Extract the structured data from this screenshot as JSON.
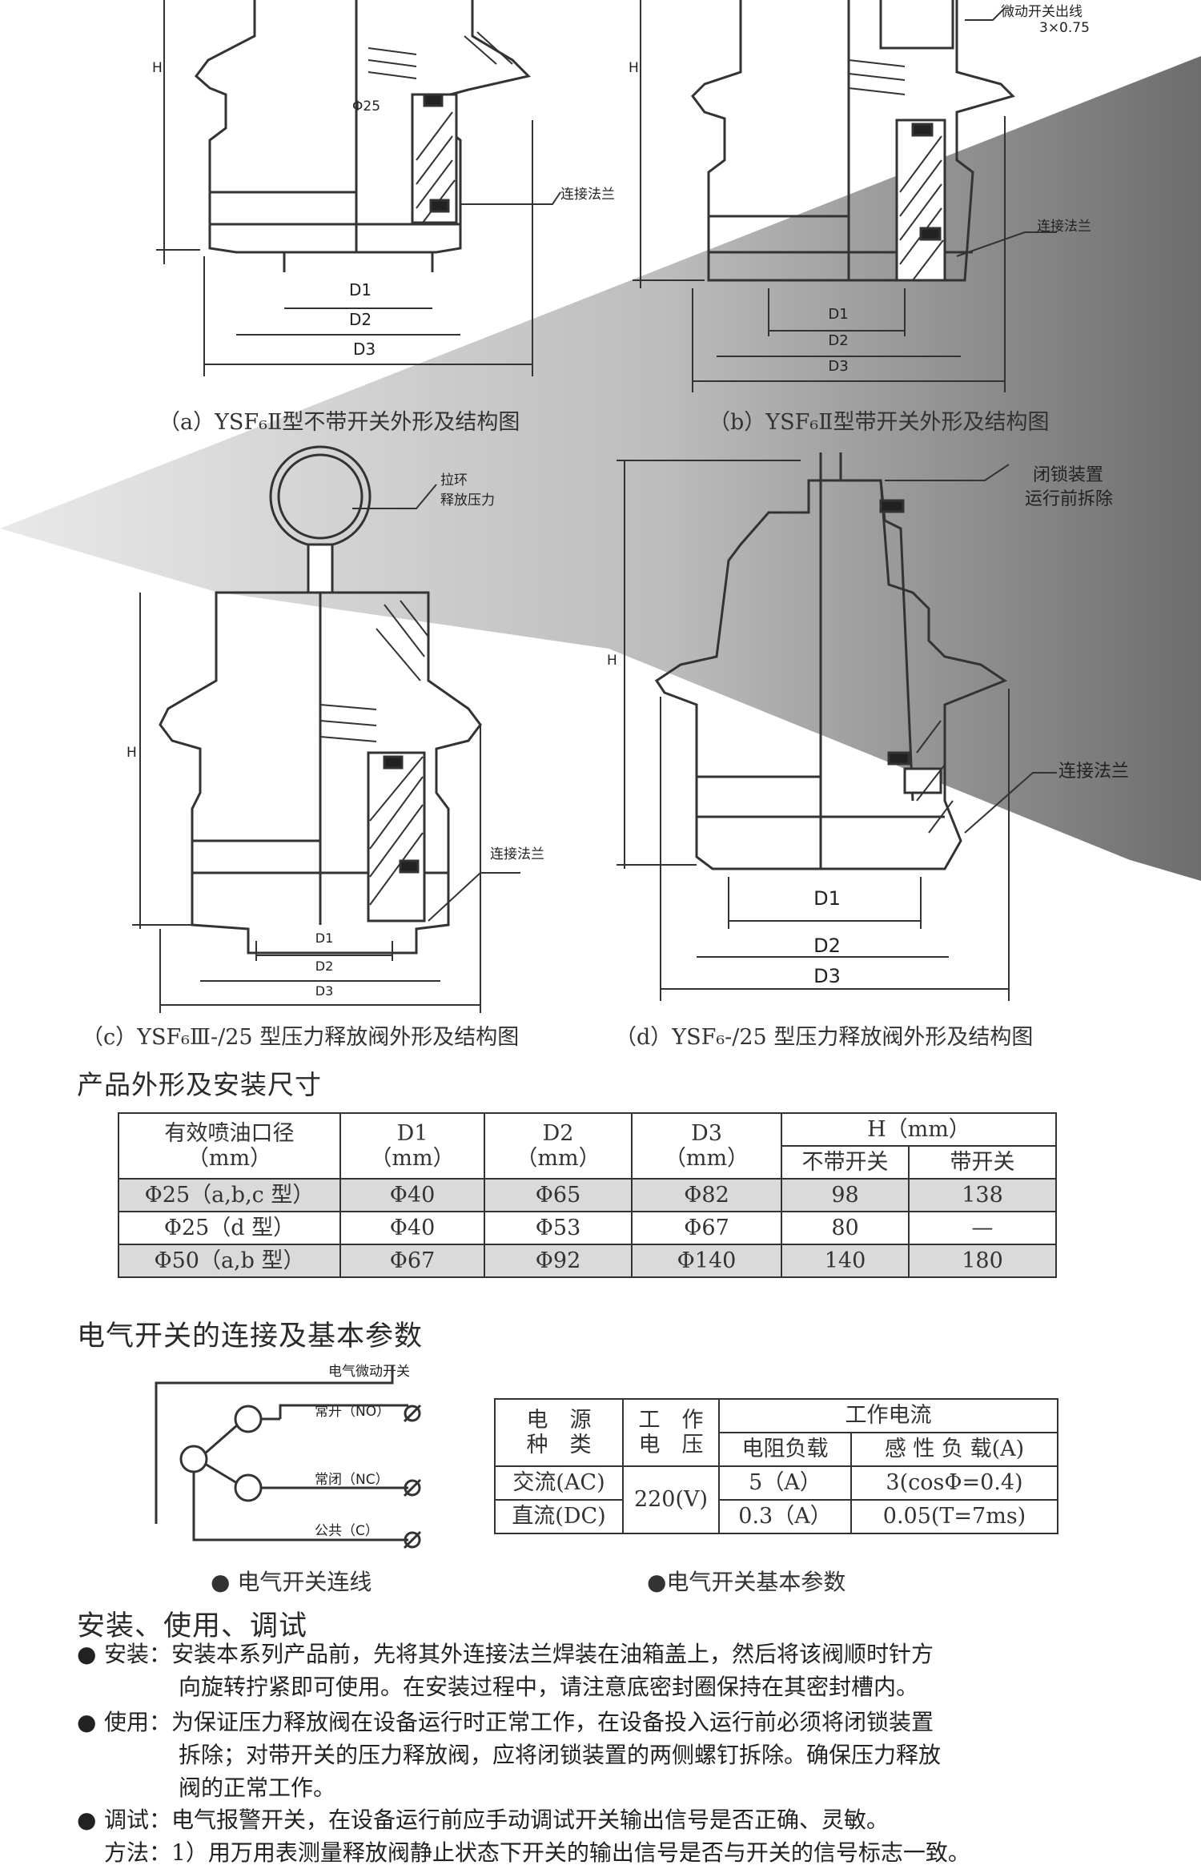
{
  "figures": {
    "a": {
      "caption": "（a）YSF₆Ⅱ型不带开关外形及结构图",
      "callout": "连接法兰",
      "h_label": "H",
      "phi_label": "Φ25"
    },
    "b": {
      "caption": "（b）YSF₆Ⅱ型带开关外形及结构图",
      "callout": "连接法兰",
      "callout_top": "微动开关出线",
      "callout_top2": "3×0.75",
      "h_label": "H"
    },
    "c": {
      "caption": "（c）YSF₆Ⅲ-/25 型压力释放阀外形及结构图",
      "callout_ring": "拉环",
      "callout_ring2": "释放压力",
      "callout": "连接法兰",
      "h_label": "H"
    },
    "d": {
      "caption": "（d）YSF₆-/25 型压力释放阀外形及结构图",
      "callout_lock": "闭锁装置",
      "callout_lock2": "运行前拆除",
      "callout": "连接法兰",
      "h_label": "H"
    },
    "dim_labels": [
      "D1",
      "D2",
      "D3"
    ]
  },
  "dimensions": {
    "heading": "产品外形及安装尺寸",
    "headers": {
      "col1_l1": "有效喷油口径",
      "col1_l2": "（mm）",
      "d1": "D1",
      "d2": "D2",
      "d3": "D3",
      "unit": "（mm）",
      "h": "H（mm）",
      "h_no_switch": "不带开关",
      "h_switch": "带开关"
    },
    "rows": [
      [
        "Φ25（a,b,c 型）",
        "Φ40",
        "Φ65",
        "Φ82",
        "98",
        "138"
      ],
      [
        "Φ25（d 型）",
        "Φ40",
        "Φ53",
        "Φ67",
        "80",
        "—"
      ],
      [
        "Φ50（a,b 型）",
        "Φ67",
        "Φ92",
        "Φ140",
        "140",
        "180"
      ]
    ]
  },
  "electrical": {
    "heading": "电气开关的连接及基本参数",
    "wiring": {
      "title": "电气微动开关",
      "no": "常开（NO）",
      "nc": "常闭（NC）",
      "c": "公共（C）"
    },
    "wiring_caption": "● 电气开关连线",
    "params_caption": "●电气开关基本参数",
    "table": {
      "h_source_1": "电　源",
      "h_source_2": "种　类",
      "h_work_1": "工　作",
      "h_work_2": "电　压",
      "h_current": "工作电流",
      "h_res": "电阻负载",
      "h_ind": "感 性 负 载(A)",
      "ac": "交流(AC)",
      "dc": "直流(DC)",
      "voltage": "220(V)",
      "ac_res": "5（A）",
      "ac_ind": "3(cosΦ=0.4)",
      "dc_res": "0.3（A）",
      "dc_ind": "0.05(T=7ms)"
    }
  },
  "usage": {
    "heading": "安装、使用、调试",
    "install_label": "安装：",
    "install_l1": "安装本系列产品前，先将其外连接法兰焊装在油箱盖上，然后将该阀顺时针方",
    "install_l2": "向旋转拧紧即可使用。在安装过程中，请注意底密封圈保持在其密封槽内。",
    "use_label": "使用：",
    "use_l1": "为保证压力释放阀在设备运行时正常工作，在设备投入运行前必须将闭锁装置",
    "use_l2": "拆除；对带开关的压力释放阀，应将闭锁装置的两侧螺钉拆除。确保压力释放",
    "use_l3": "阀的正常工作。",
    "debug_label": "调试：",
    "debug_l1": "电气报警开关，在设备运行前应手动调试开关输出信号是否正确、灵敏。",
    "method_l1": "方法：1）用万用表测量释放阀静止状态下开关的输出信号是否与开关的信号标志一致。"
  }
}
